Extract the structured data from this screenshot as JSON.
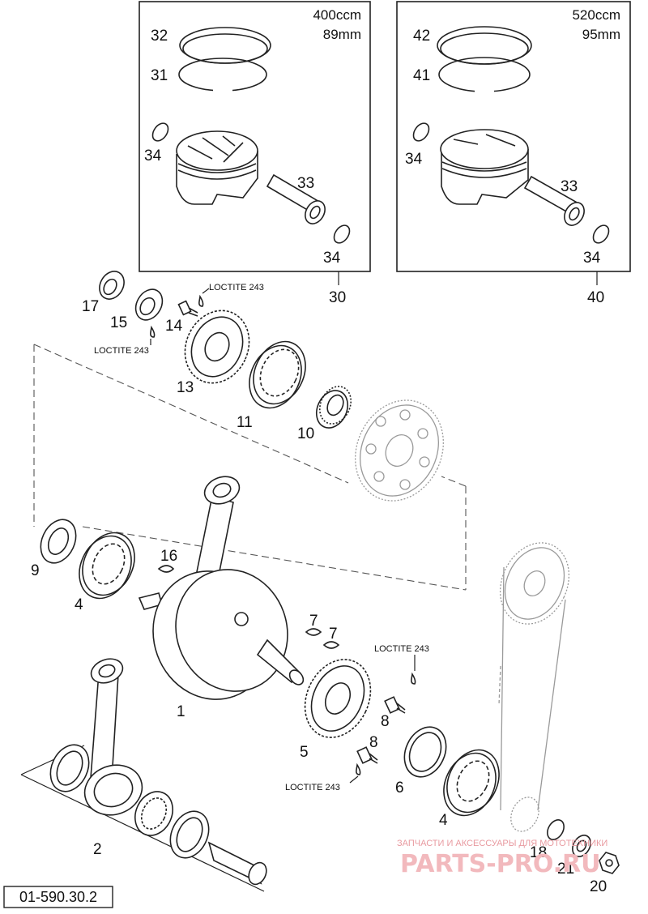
{
  "kits": {
    "kit_400": {
      "displacement": "400ccm",
      "bore": "89mm",
      "ring_upper": "32",
      "ring_lower": "31",
      "clip_left": "34",
      "pin": "33",
      "clip_right": "34",
      "kit_number": "30"
    },
    "kit_520": {
      "displacement": "520ccm",
      "bore": "95mm",
      "ring_upper": "42",
      "ring_lower": "41",
      "clip_left": "34",
      "pin": "33",
      "clip_right": "34",
      "kit_number": "40"
    }
  },
  "notes": {
    "loctite_1": "LOCTITE 243",
    "loctite_2": "LOCTITE 243",
    "loctite_3": "LOCTITE 243",
    "loctite_4": "LOCTITE 243"
  },
  "labels": {
    "p17": "17",
    "p15": "15",
    "p14": "14",
    "p13": "13",
    "p11": "11",
    "p10": "10",
    "p9": "9",
    "p4a": "4",
    "p16": "16",
    "p7a": "7",
    "p7b": "7",
    "p1": "1",
    "p8a": "8",
    "p8b": "8",
    "p5": "5",
    "p6": "6",
    "p4b": "4",
    "p2": "2",
    "p18": "18",
    "p21": "21",
    "p20": "20"
  },
  "reference": "01-590.30.2",
  "watermark": {
    "line1": "ЗАПЧАСТИ И АКСЕССУАРЫ ДЛЯ МОТОТЕХНИКИ",
    "line2": "PARTS-PRO.RU"
  }
}
